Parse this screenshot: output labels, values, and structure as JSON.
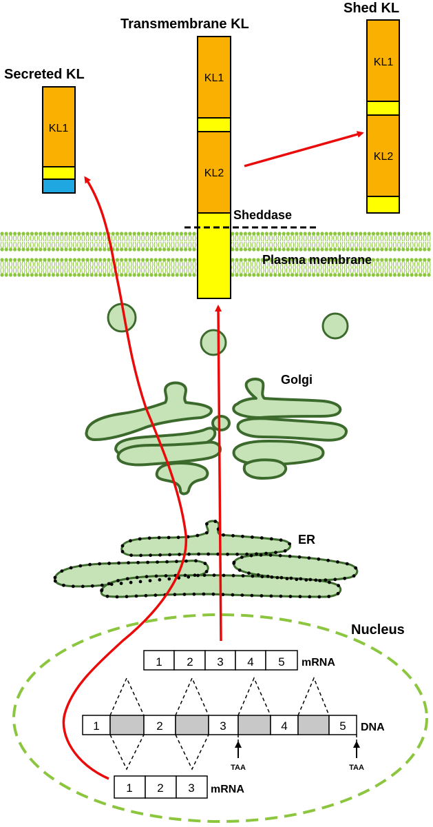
{
  "labels": {
    "secreted_kl": "Secreted KL",
    "transmembrane_kl": "Transmembrane KL",
    "shed_kl": "Shed KL",
    "sheddase": "Sheddase",
    "plasma_membrane": "Plasma membrane",
    "golgi": "Golgi",
    "er": "ER",
    "nucleus": "Nucleus",
    "mrna_top": "mRNA",
    "mrna_bottom": "mRNA",
    "dna": "DNA",
    "taa_1": "TAA",
    "taa_2": "TAA"
  },
  "domains": {
    "secreted_kl1": "KL1",
    "tm_kl1": "KL1",
    "tm_kl2": "KL2",
    "shed_kl1": "KL1",
    "shed_kl2": "KL2"
  },
  "mrna_top_exons": [
    "1",
    "2",
    "3",
    "4",
    "5"
  ],
  "mrna_bottom_exons": [
    "1",
    "2",
    "3"
  ],
  "dna_exons": [
    "1",
    "2",
    "3",
    "4",
    "5"
  ],
  "colors": {
    "kl_domain": "#f9b000",
    "linker": "#ffff00",
    "secreted_tail": "#1ea7e1",
    "organelle_fill": "#c6e3b8",
    "organelle_stroke": "#3c6a2c",
    "membrane": "#8cc63f",
    "arrow": "#ea0a0a"
  }
}
